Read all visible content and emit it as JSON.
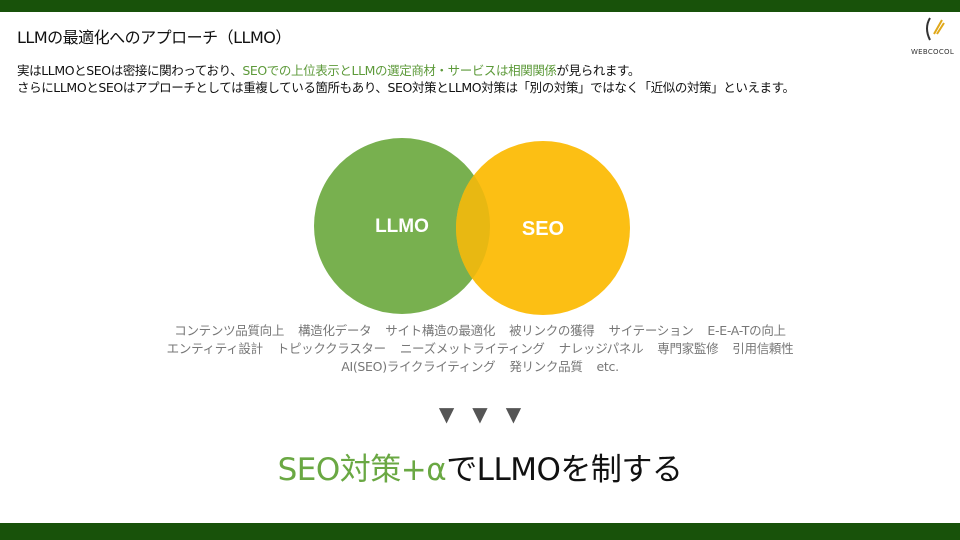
{
  "title": "LLMの最適化へのアプローチ（LLMO）",
  "logo": {
    "text": "WEBCOCOL"
  },
  "intro": {
    "line1_a": "実はLLMOとSEOは密接に関わっており、",
    "line1_hl": "SEOでの上位表示とLLMの選定商材・サービスは相関関係",
    "line1_b": "が見られます。",
    "line2": "さらにLLMOとSEOはアプローチとしては重複している箇所もあり、SEO対策とLLMO対策は「別の対策」ではなく「近似の対策」といえます。"
  },
  "venn": {
    "left": "LLMO",
    "right": "SEO",
    "colors": {
      "left": "#78b04f",
      "right": "#fcbf14",
      "overlap": "#e8b812"
    }
  },
  "keywords": [
    [
      "コンテンツ品質向上",
      "構造化データ",
      "サイト構造の最適化",
      "被リンクの獲得",
      "サイテーション",
      "E-E-A-Tの向上"
    ],
    [
      "エンティティ設計",
      "トピッククラスター",
      "ニーズメットライティング",
      "ナレッジパネル",
      "専門家監修",
      "引用信頼性"
    ],
    [
      "AI(SEO)ライクライティング",
      "発リンク品質",
      "etc."
    ]
  ],
  "arrows": [
    "▼",
    "▼",
    "▼"
  ],
  "conclusion": {
    "highlight": "SEO対策+α",
    "rest": "でLLMOを制する"
  }
}
